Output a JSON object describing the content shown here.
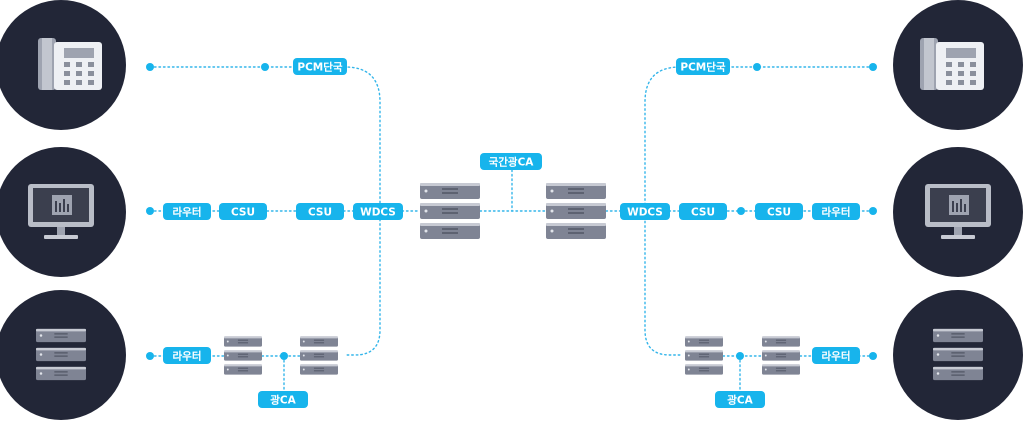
{
  "labels": {
    "pcm_left": "PCM단국",
    "pcm_right": "PCM단국",
    "router_left_1": "라우터",
    "csu_left_1": "CSU",
    "csu_left_2": "CSU",
    "wdcs_left": "WDCS",
    "backbone": "국간광CA",
    "wdcs_right": "WDCS",
    "csu_right_1": "CSU",
    "csu_right_2": "CSU",
    "router_right_1": "라우터",
    "router_left_2": "라우터",
    "router_right_2": "라우터",
    "optical_left": "광CA",
    "optical_right": "광CA"
  },
  "icons": {
    "left": [
      "phone-icon",
      "monitor-icon",
      "server-icon"
    ],
    "right": [
      "phone-icon",
      "monitor-icon",
      "server-icon"
    ]
  },
  "colors": {
    "accent": "#17b4ec",
    "circle": "#222637",
    "device": "#7f8494"
  }
}
